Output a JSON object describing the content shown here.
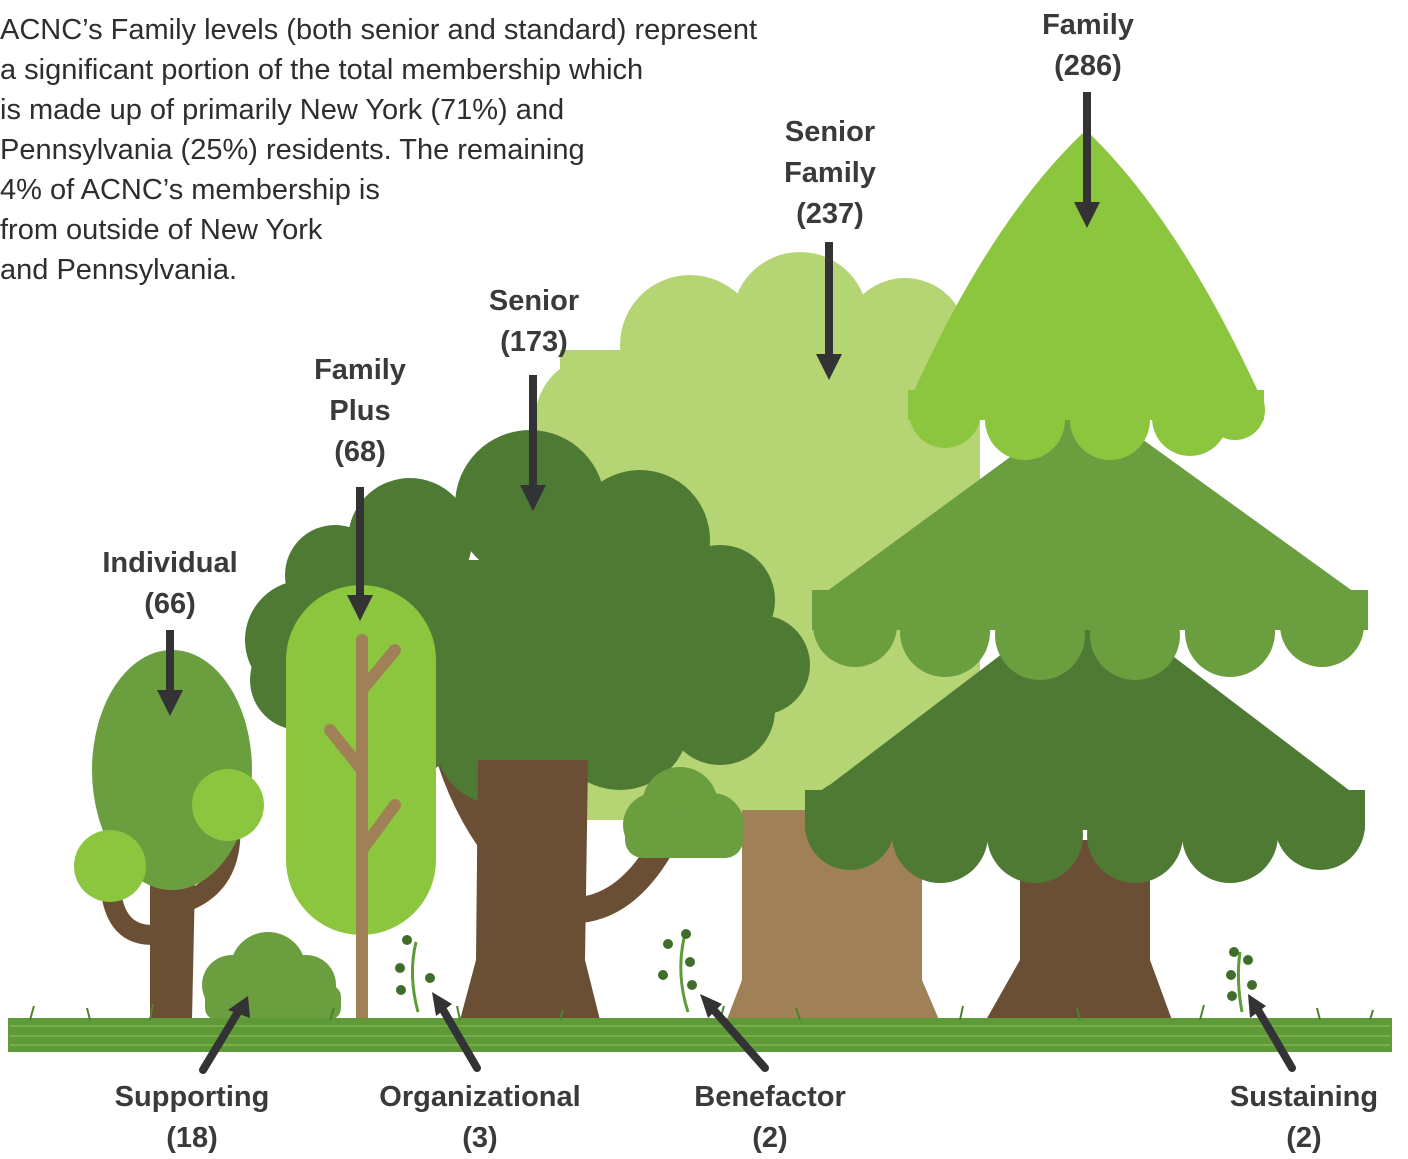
{
  "intro": {
    "lines": [
      "ACNC’s Family levels (both senior and standard) represent",
      "a significant portion of the total membership which",
      "is made up of primarily New York (71%) and",
      "Pennsylvania (25%) residents. The remaining",
      "4% of ACNC’s membership is",
      "from outside of New York",
      "and Pennsylvania."
    ]
  },
  "labels": {
    "family": {
      "name": "Family",
      "count": "(286)"
    },
    "senior_family": {
      "line1": "Senior",
      "line2": "Family",
      "count": "(237)"
    },
    "senior": {
      "name": "Senior",
      "count": "(173)"
    },
    "family_plus": {
      "line1": "Family",
      "line2": "Plus",
      "count": "(68)"
    },
    "individual": {
      "name": "Individual",
      "count": "(66)"
    },
    "supporting": {
      "name": "Supporting",
      "count": "(18)"
    },
    "organizational": {
      "name": "Organizational",
      "count": "(3)"
    },
    "benefactor": {
      "name": "Benefactor",
      "count": "(2)"
    },
    "sustaining": {
      "name": "Sustaining",
      "count": "(2)"
    }
  },
  "colors": {
    "pine_top": "#8cc63f",
    "pine_mid": "#6a9e3f",
    "pine_low": "#4e7a34",
    "light_tree": "#b5d574",
    "dark_tree": "#4e7a34",
    "poplar": "#8cc63f",
    "trunk_dark": "#6b4f34",
    "trunk_light": "#a08057",
    "grass": "#5e9a37",
    "arrow": "#333335",
    "text": "#3a3a3c"
  }
}
